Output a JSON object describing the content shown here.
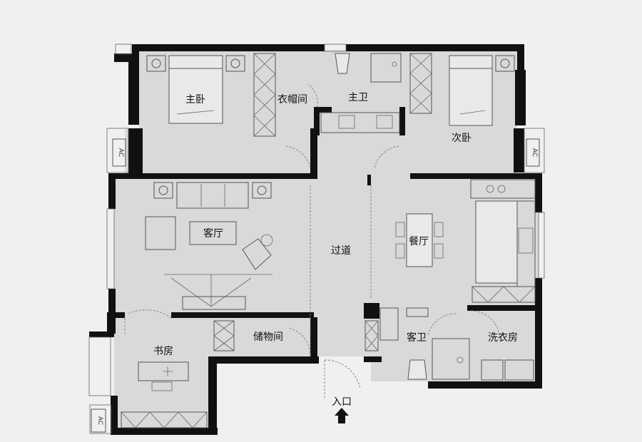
{
  "rooms": {
    "master_bedroom": "主卧",
    "walk_in_closet": "衣帽间",
    "master_bath": "主卫",
    "second_bedroom": "次卧",
    "living_room": "客厅",
    "corridor": "过道",
    "dining_room": "餐厅",
    "study": "书房",
    "storage": "储物间",
    "guest_bath": "客卫",
    "laundry": "洗衣房"
  },
  "entrance": {
    "label": "入口",
    "icon": "arrow-up-icon"
  },
  "ac_labels": {
    "left": "AC",
    "right": "AC",
    "bottom_left": "AC"
  },
  "colors": {
    "background": "#f0f0f0",
    "floor": "#d9d9d9",
    "wall": "#111111"
  }
}
